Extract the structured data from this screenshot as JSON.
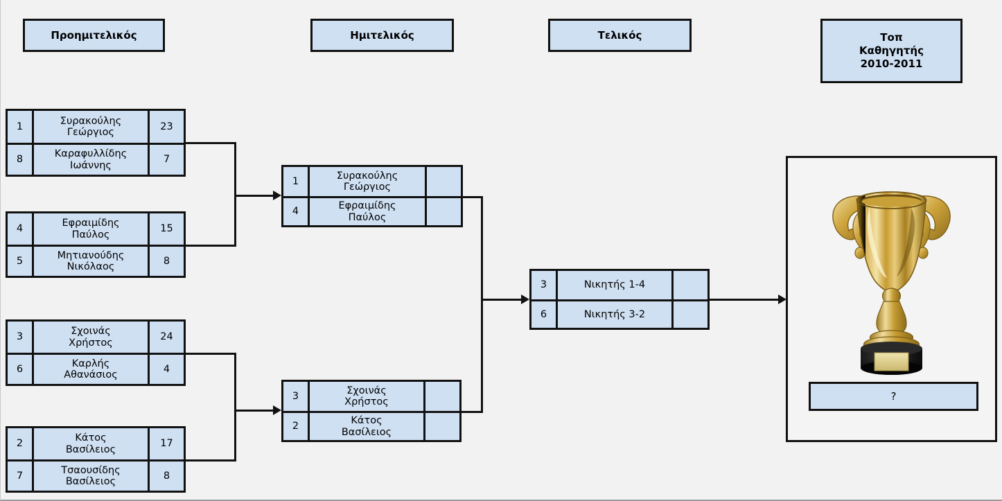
{
  "diagram": {
    "title_box": {
      "lines": [
        "Τοπ",
        "Καθηγητής",
        "2010-2011"
      ],
      "text": "Τοπ\nΚαθηγητής\n2010-2011"
    },
    "round_headers": [
      {
        "id": "quarterfinal",
        "label": "Προημιτελικός"
      },
      {
        "id": "semifinal",
        "label": "Ημιτελικός"
      },
      {
        "id": "final",
        "label": "Τελικός"
      }
    ],
    "colors": {
      "box_fill": "#cfe0f3",
      "border": "#111111",
      "background": "#f2f2f2",
      "panel_fill": "#f4f4f4"
    },
    "rounds": {
      "quarterfinals": [
        {
          "id": "qf1",
          "rows": [
            {
              "seed": "1",
              "name": "Συρακούλης\nΓεώργιος",
              "score": "23"
            },
            {
              "seed": "8",
              "name": "Καραφυλλίδης\nΙωάννης",
              "score": "7"
            }
          ]
        },
        {
          "id": "qf2",
          "rows": [
            {
              "seed": "4",
              "name": "Εφραιμίδης\nΠαύλος",
              "score": "15"
            },
            {
              "seed": "5",
              "name": "Μητιανούδης\nΝικόλαος",
              "score": "8"
            }
          ]
        },
        {
          "id": "qf3",
          "rows": [
            {
              "seed": "3",
              "name": "Σχοινάς\nΧρήστος",
              "score": "24"
            },
            {
              "seed": "6",
              "name": "Καρλής\nΑθανάσιος",
              "score": "4"
            }
          ]
        },
        {
          "id": "qf4",
          "rows": [
            {
              "seed": "2",
              "name": "Κάτος\nΒασίλειος",
              "score": "17"
            },
            {
              "seed": "7",
              "name": "Τσαουσίδης\nΒασίλειος",
              "score": "8"
            }
          ]
        }
      ],
      "semifinals": [
        {
          "id": "sf1",
          "rows": [
            {
              "seed": "1",
              "name": "Συρακούλης\nΓεώργιος",
              "score": ""
            },
            {
              "seed": "4",
              "name": "Εφραιμίδης\nΠαύλος",
              "score": ""
            }
          ]
        },
        {
          "id": "sf2",
          "rows": [
            {
              "seed": "3",
              "name": "Σχοινάς\nΧρήστος",
              "score": ""
            },
            {
              "seed": "2",
              "name": "Κάτος\nΒασίλειος",
              "score": ""
            }
          ]
        }
      ],
      "final": [
        {
          "id": "fn1",
          "rows": [
            {
              "seed": "3",
              "name": "Νικητής 1-4",
              "score": ""
            },
            {
              "seed": "6",
              "name": "Νικητής 3-2",
              "score": ""
            }
          ]
        }
      ]
    },
    "winner_panel": {
      "trophy_icon": "trophy-icon",
      "winner_name": "?"
    }
  }
}
